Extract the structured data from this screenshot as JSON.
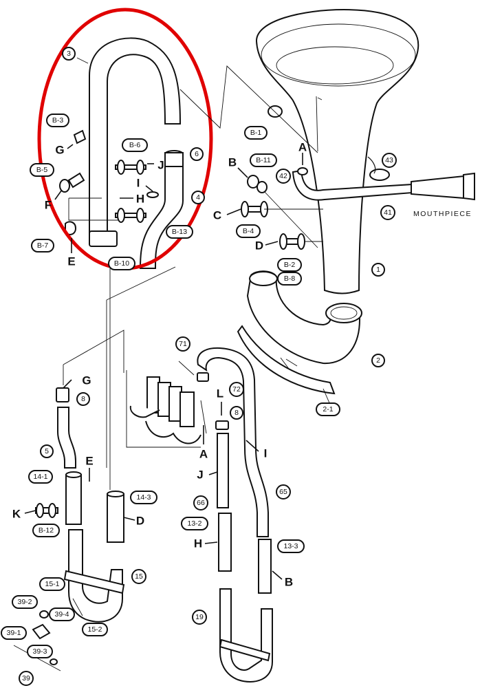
{
  "diagram": {
    "mouthpiece_label": "MOUTHPIECE",
    "highlight_color": "#e00000",
    "callouts": {
      "c3": "3",
      "cB3": "B-3",
      "cB6": "B-6",
      "c6": "6",
      "cB5": "B-5",
      "c4": "4",
      "cB13": "B-13",
      "cB7": "B-7",
      "cB10": "B-10",
      "cB1": "B-1",
      "cB11": "B-11",
      "c42": "42",
      "c43": "43",
      "c41": "41",
      "cB4": "B-4",
      "cB2": "B-2",
      "cB8": "B-8",
      "c1": "1",
      "c2": "2",
      "c2_1": "2-1",
      "c71": "71",
      "c8a": "8",
      "c72": "72",
      "c8b": "8",
      "c5": "5",
      "c14_1": "14-1",
      "c14_3": "14-3",
      "c66": "66",
      "c65": "65",
      "cB12": "B-12",
      "c13_2": "13-2",
      "c13_3": "13-3",
      "c15_1": "15-1",
      "c15": "15",
      "c39_2": "39-2",
      "c39_4": "39-4",
      "c15_2": "15-2",
      "c39_1": "39-1",
      "c39_3": "39-3",
      "c39": "39",
      "c19": "19"
    },
    "letters": {
      "G1": "G",
      "J1": "J",
      "I1": "I",
      "H1": "H",
      "F1": "F",
      "E1": "E",
      "A1": "A",
      "B1": "B",
      "C1": "C",
      "D1": "D",
      "G2": "G",
      "E2": "E",
      "K2": "K",
      "D2": "D",
      "A2": "A",
      "L2": "L",
      "I2": "I",
      "J2": "J",
      "H2": "H",
      "B2": "B"
    }
  }
}
